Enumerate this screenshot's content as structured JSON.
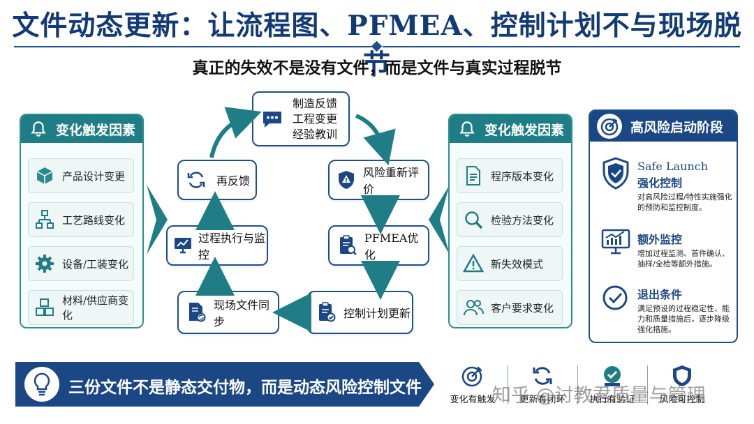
{
  "header": {
    "title": "文件动态更新：让流程图、PFMEA、控制计划不与现场脱节",
    "subtitle": "真正的失效不是没有文件，而是文件与真实过程脱节"
  },
  "left_panel": {
    "title": "变化触发因素",
    "items": [
      {
        "label": "产品设计变更",
        "icon": "cube-icon"
      },
      {
        "label": "工艺路线变化",
        "icon": "flowchart-icon"
      },
      {
        "label": "设备/工装变化",
        "icon": "gear-icon"
      },
      {
        "label": "材料/供应商变化",
        "icon": "boxes-icon"
      }
    ]
  },
  "right_factor_panel": {
    "title": "变化触发因素",
    "items": [
      {
        "label": "程序版本变化",
        "icon": "document-icon"
      },
      {
        "label": "检验方法变化",
        "icon": "magnifier-icon"
      },
      {
        "label": "新失效模式",
        "icon": "warning-icon"
      },
      {
        "label": "客户要求变化",
        "icon": "people-icon"
      }
    ]
  },
  "cycle": {
    "top": {
      "lines": [
        "制造反馈",
        "工程变更",
        "经验教训"
      ],
      "icon": "chat-bubble-icon"
    },
    "risk_reassess": {
      "label": "风险重新评价",
      "icon": "shield-warning-icon"
    },
    "pfmea_optimize": {
      "label": "PFMEA优化",
      "icon": "clipboard-search-icon"
    },
    "control_plan_update": {
      "label": "控制计划更新",
      "icon": "clipboard-check-icon"
    },
    "doc_sync": {
      "label": "现场文件同步",
      "icon": "document-sync-icon"
    },
    "process_monitor": {
      "label": "过程执行与监控",
      "icon": "monitor-chart-icon"
    },
    "refeedback": {
      "label": "再反馈",
      "icon": "refresh-icon"
    }
  },
  "high_risk_panel": {
    "title": "高风险启动阶段",
    "sections": [
      {
        "title_line1": "Safe Launch",
        "title_line2": "强化控制",
        "desc": "对高风险过程/特性实施强化的预防和监控制度。",
        "icon": "shield-check-icon"
      },
      {
        "title_line1": "额外监控",
        "desc": "增加过程监测、首件确认、抽样/全检等额外措施。",
        "icon": "monitor-chart-icon"
      },
      {
        "title_line1": "退出条件",
        "desc": "满足预设的过程稳定性、能力和质量措施后，逐步降级强化措施。",
        "icon": "check-circle-icon"
      }
    ]
  },
  "footer": {
    "banner_text": "三份文件不是静态交付物，而是动态风险控制文件",
    "items": [
      {
        "label": "变化有触发",
        "icon": "target-icon"
      },
      {
        "label": "更新有闭环",
        "icon": "cycle-icon"
      },
      {
        "label": "执行有验证",
        "icon": "verify-icon"
      },
      {
        "label": "风险可控制",
        "icon": "shield-icon"
      }
    ],
    "watermark": "知乎 @讨教君质量与管理"
  },
  "colors": {
    "navy": "#1b4785",
    "teal": "#1f7d85",
    "title": "#123a73"
  }
}
